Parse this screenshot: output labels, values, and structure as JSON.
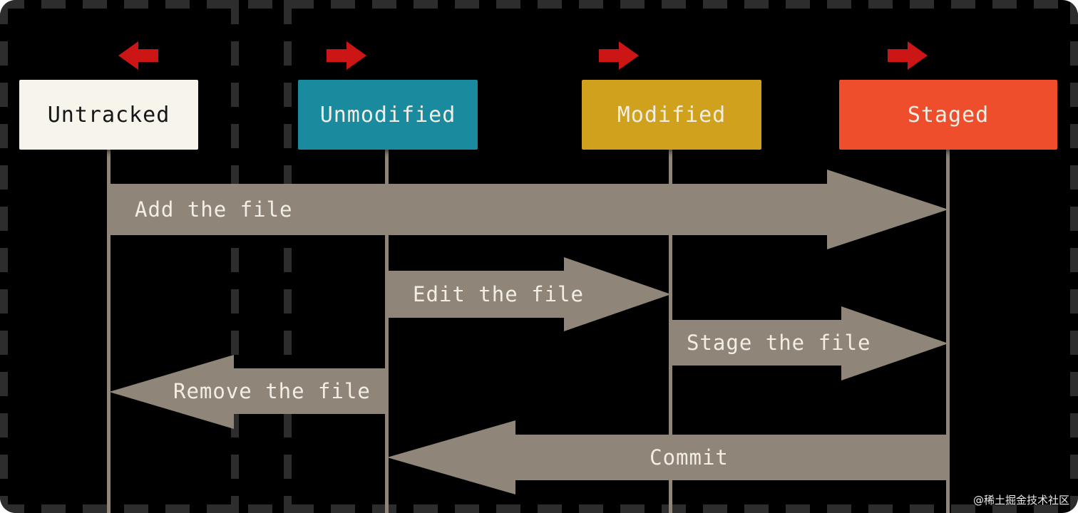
{
  "states": [
    {
      "label": "Untracked",
      "color": "#f7f4ec",
      "text_color": "#161616"
    },
    {
      "label": "Unmodified",
      "color": "#1a8a9f",
      "text_color": "#f2eee5"
    },
    {
      "label": "Modified",
      "color": "#d0a11d",
      "text_color": "#f2eee5"
    },
    {
      "label": "Staged",
      "color": "#ef4e2c",
      "text_color": "#f2eee5"
    }
  ],
  "transitions": [
    {
      "label": "Add the file",
      "from": "Untracked",
      "to": "Staged",
      "direction": "right"
    },
    {
      "label": "Edit the file",
      "from": "Unmodified",
      "to": "Modified",
      "direction": "right"
    },
    {
      "label": "Stage the file",
      "from": "Modified",
      "to": "Staged",
      "direction": "right"
    },
    {
      "label": "Remove the file",
      "from": "Unmodified",
      "to": "Untracked",
      "direction": "left"
    },
    {
      "label": "Commit",
      "from": "Staged",
      "to": "Unmodified",
      "direction": "left"
    }
  ],
  "top_arrows": [
    {
      "over": "Untracked",
      "direction": "left"
    },
    {
      "over": "Unmodified",
      "direction": "right"
    },
    {
      "over": "Modified",
      "direction": "right"
    },
    {
      "over": "Staged",
      "direction": "right"
    }
  ],
  "colors": {
    "background": "#000000",
    "arrow_band": "#8f8679",
    "red_arrow": "#cc1616",
    "dashed_line": "#2d2d2d",
    "label_text": "#f2eee5"
  },
  "watermark": {
    "text": "@稀土掘金技术社区"
  }
}
